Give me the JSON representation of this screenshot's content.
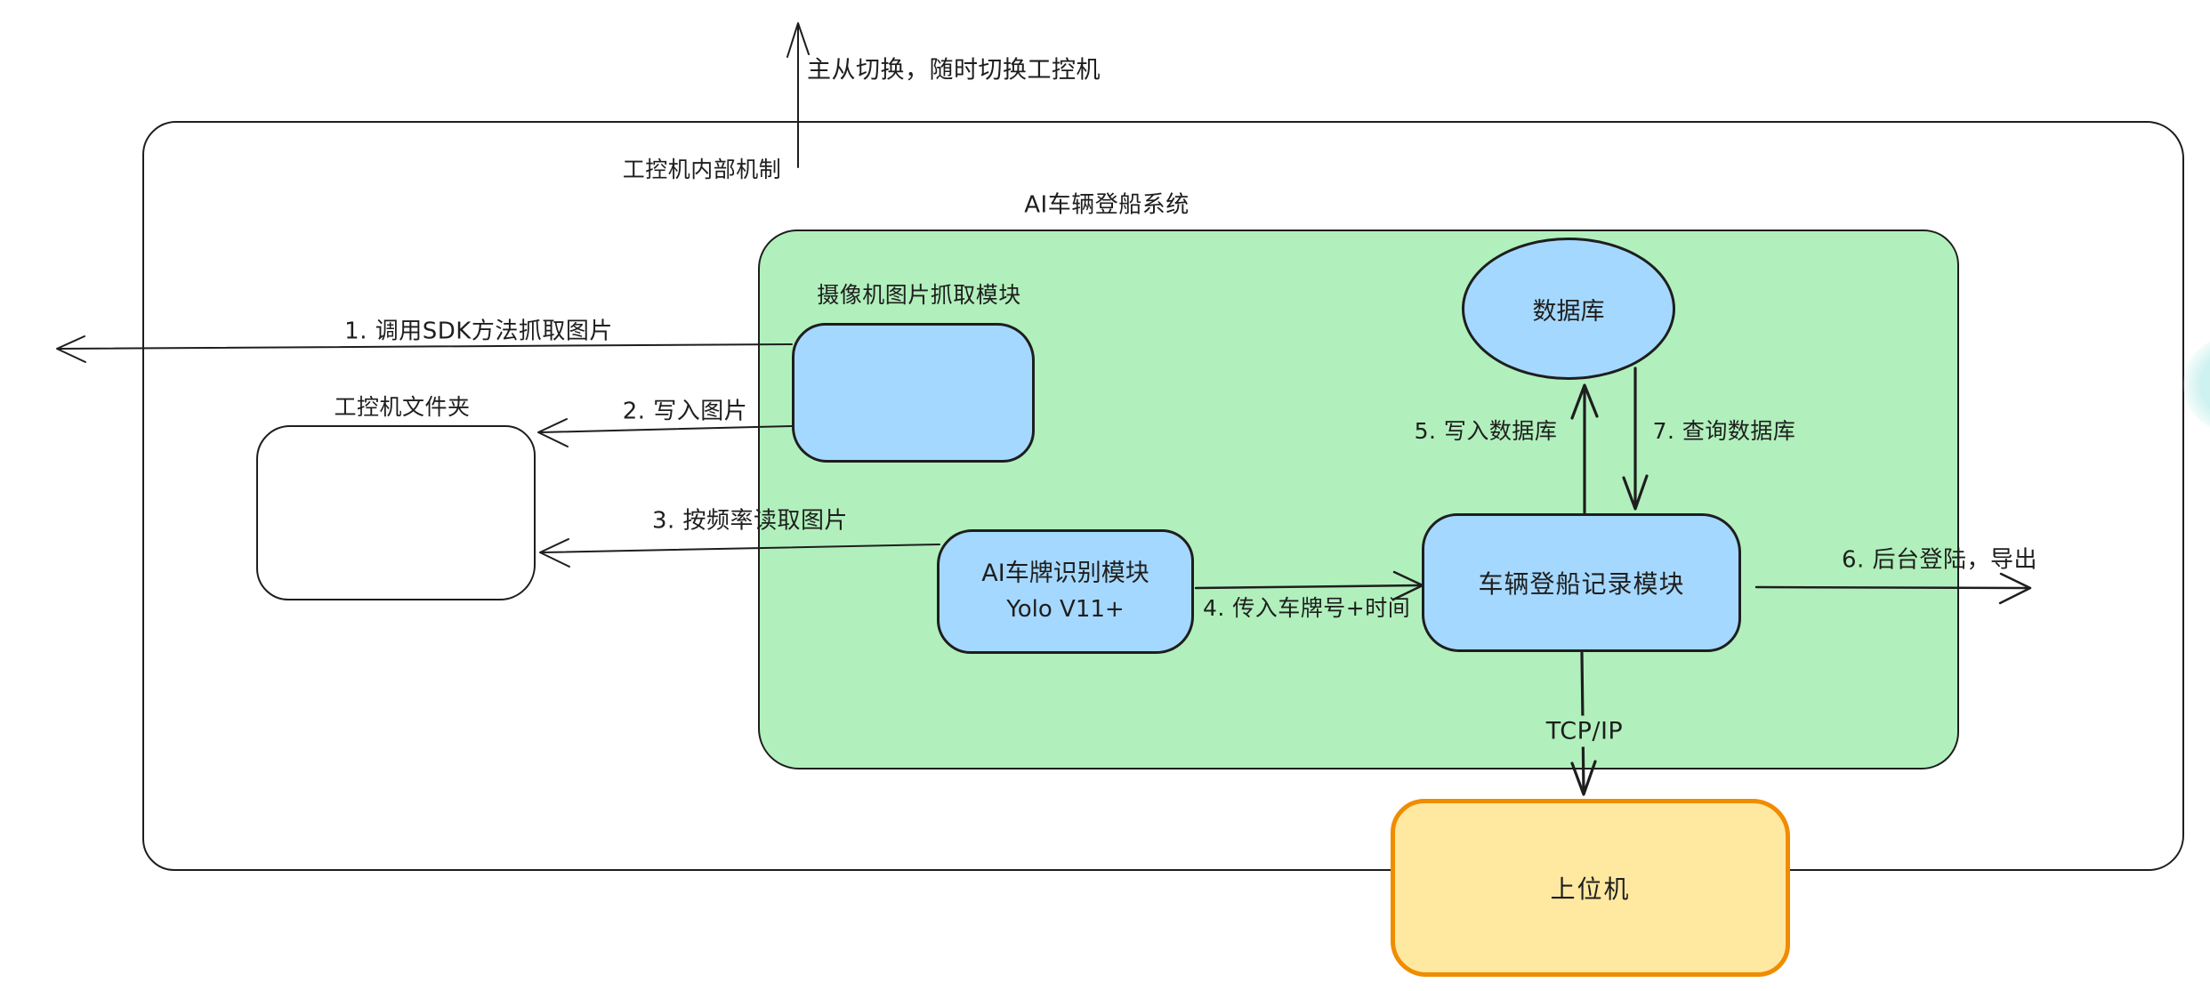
{
  "colors": {
    "bg": "#ffffff",
    "ink": "#1e1e1e",
    "green_fill": "#b1f0bc",
    "blue_fill": "#a5d8ff",
    "yellow_fill": "#ffe9a1",
    "orange_stroke": "#f08c00",
    "cyan_blob": "#cdf2ef"
  },
  "annotations": {
    "master_switch": "主从切换，随时切换工控机",
    "outer_box_title": "工控机内部机制",
    "system_title": "AI车辆登船系统"
  },
  "nodes": {
    "camera_module": {
      "title": "摄像机图片抓取模块"
    },
    "folder": {
      "title": "工控机文件夹"
    },
    "ai_module": {
      "line1": "AI车牌识别模块",
      "line2": "Yolo V11+"
    },
    "record_module": {
      "title": "车辆登船记录模块"
    },
    "database": {
      "title": "数据库"
    },
    "host": {
      "title": "上位机"
    }
  },
  "edges": {
    "e1": "1. 调用SDK方法抓取图片",
    "e2": "2. 写入图片",
    "e3": "3. 按频率读取图片",
    "e4": "4. 传入车牌号+时间",
    "e5": "5. 写入数据库",
    "e6": "6. 后台登陆，导出",
    "e7": "7. 查询数据库",
    "tcp": "TCP/IP"
  }
}
